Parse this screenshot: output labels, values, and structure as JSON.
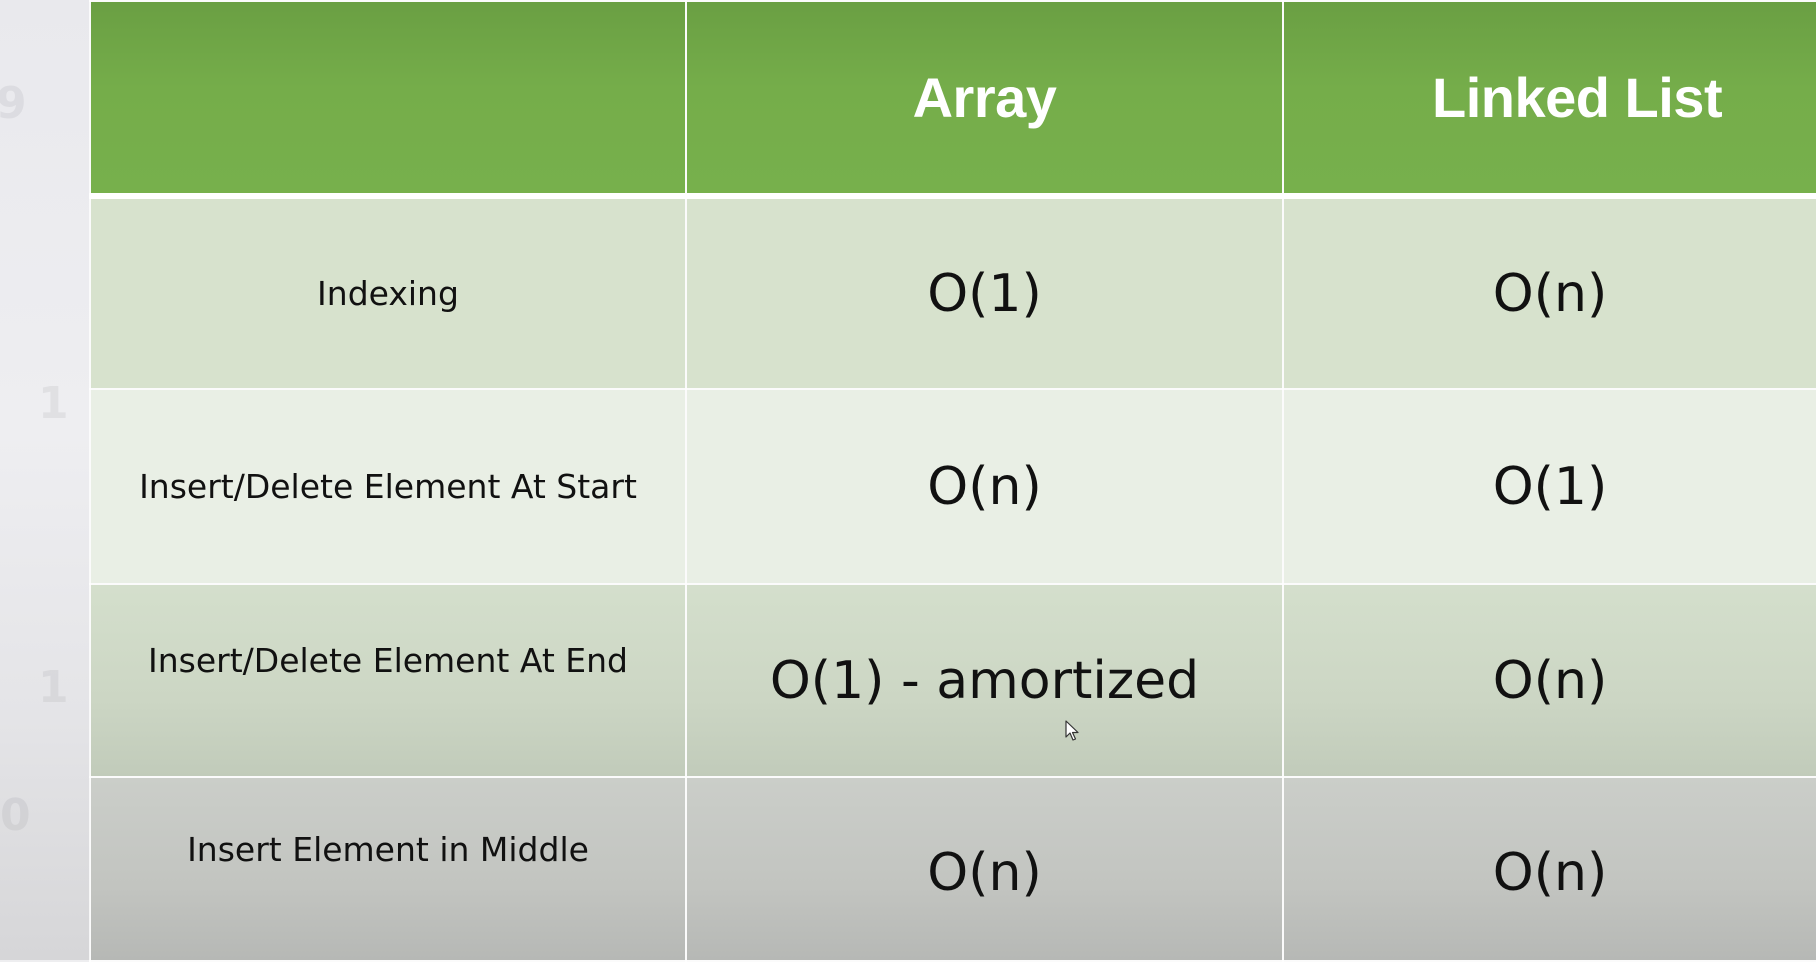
{
  "table": {
    "headers": [
      "",
      "Array",
      "Linked List"
    ],
    "rows": [
      {
        "operation": "Indexing",
        "array": "O(1)",
        "linked_list": "O(n)"
      },
      {
        "operation": "Insert/Delete Element At Start",
        "array": "O(n)",
        "linked_list": "O(1)"
      },
      {
        "operation": "Insert/Delete Element At End",
        "array": "O(1) - amortized",
        "linked_list": "O(n)"
      },
      {
        "operation": "Insert Element in Middle",
        "array": "O(n)",
        "linked_list": "O(n)"
      }
    ]
  },
  "colors": {
    "header_green": "#75ad4a",
    "row_light_green": "#d7e2cd",
    "row_pale": "#e9efe5",
    "text_dark": "#111111"
  }
}
